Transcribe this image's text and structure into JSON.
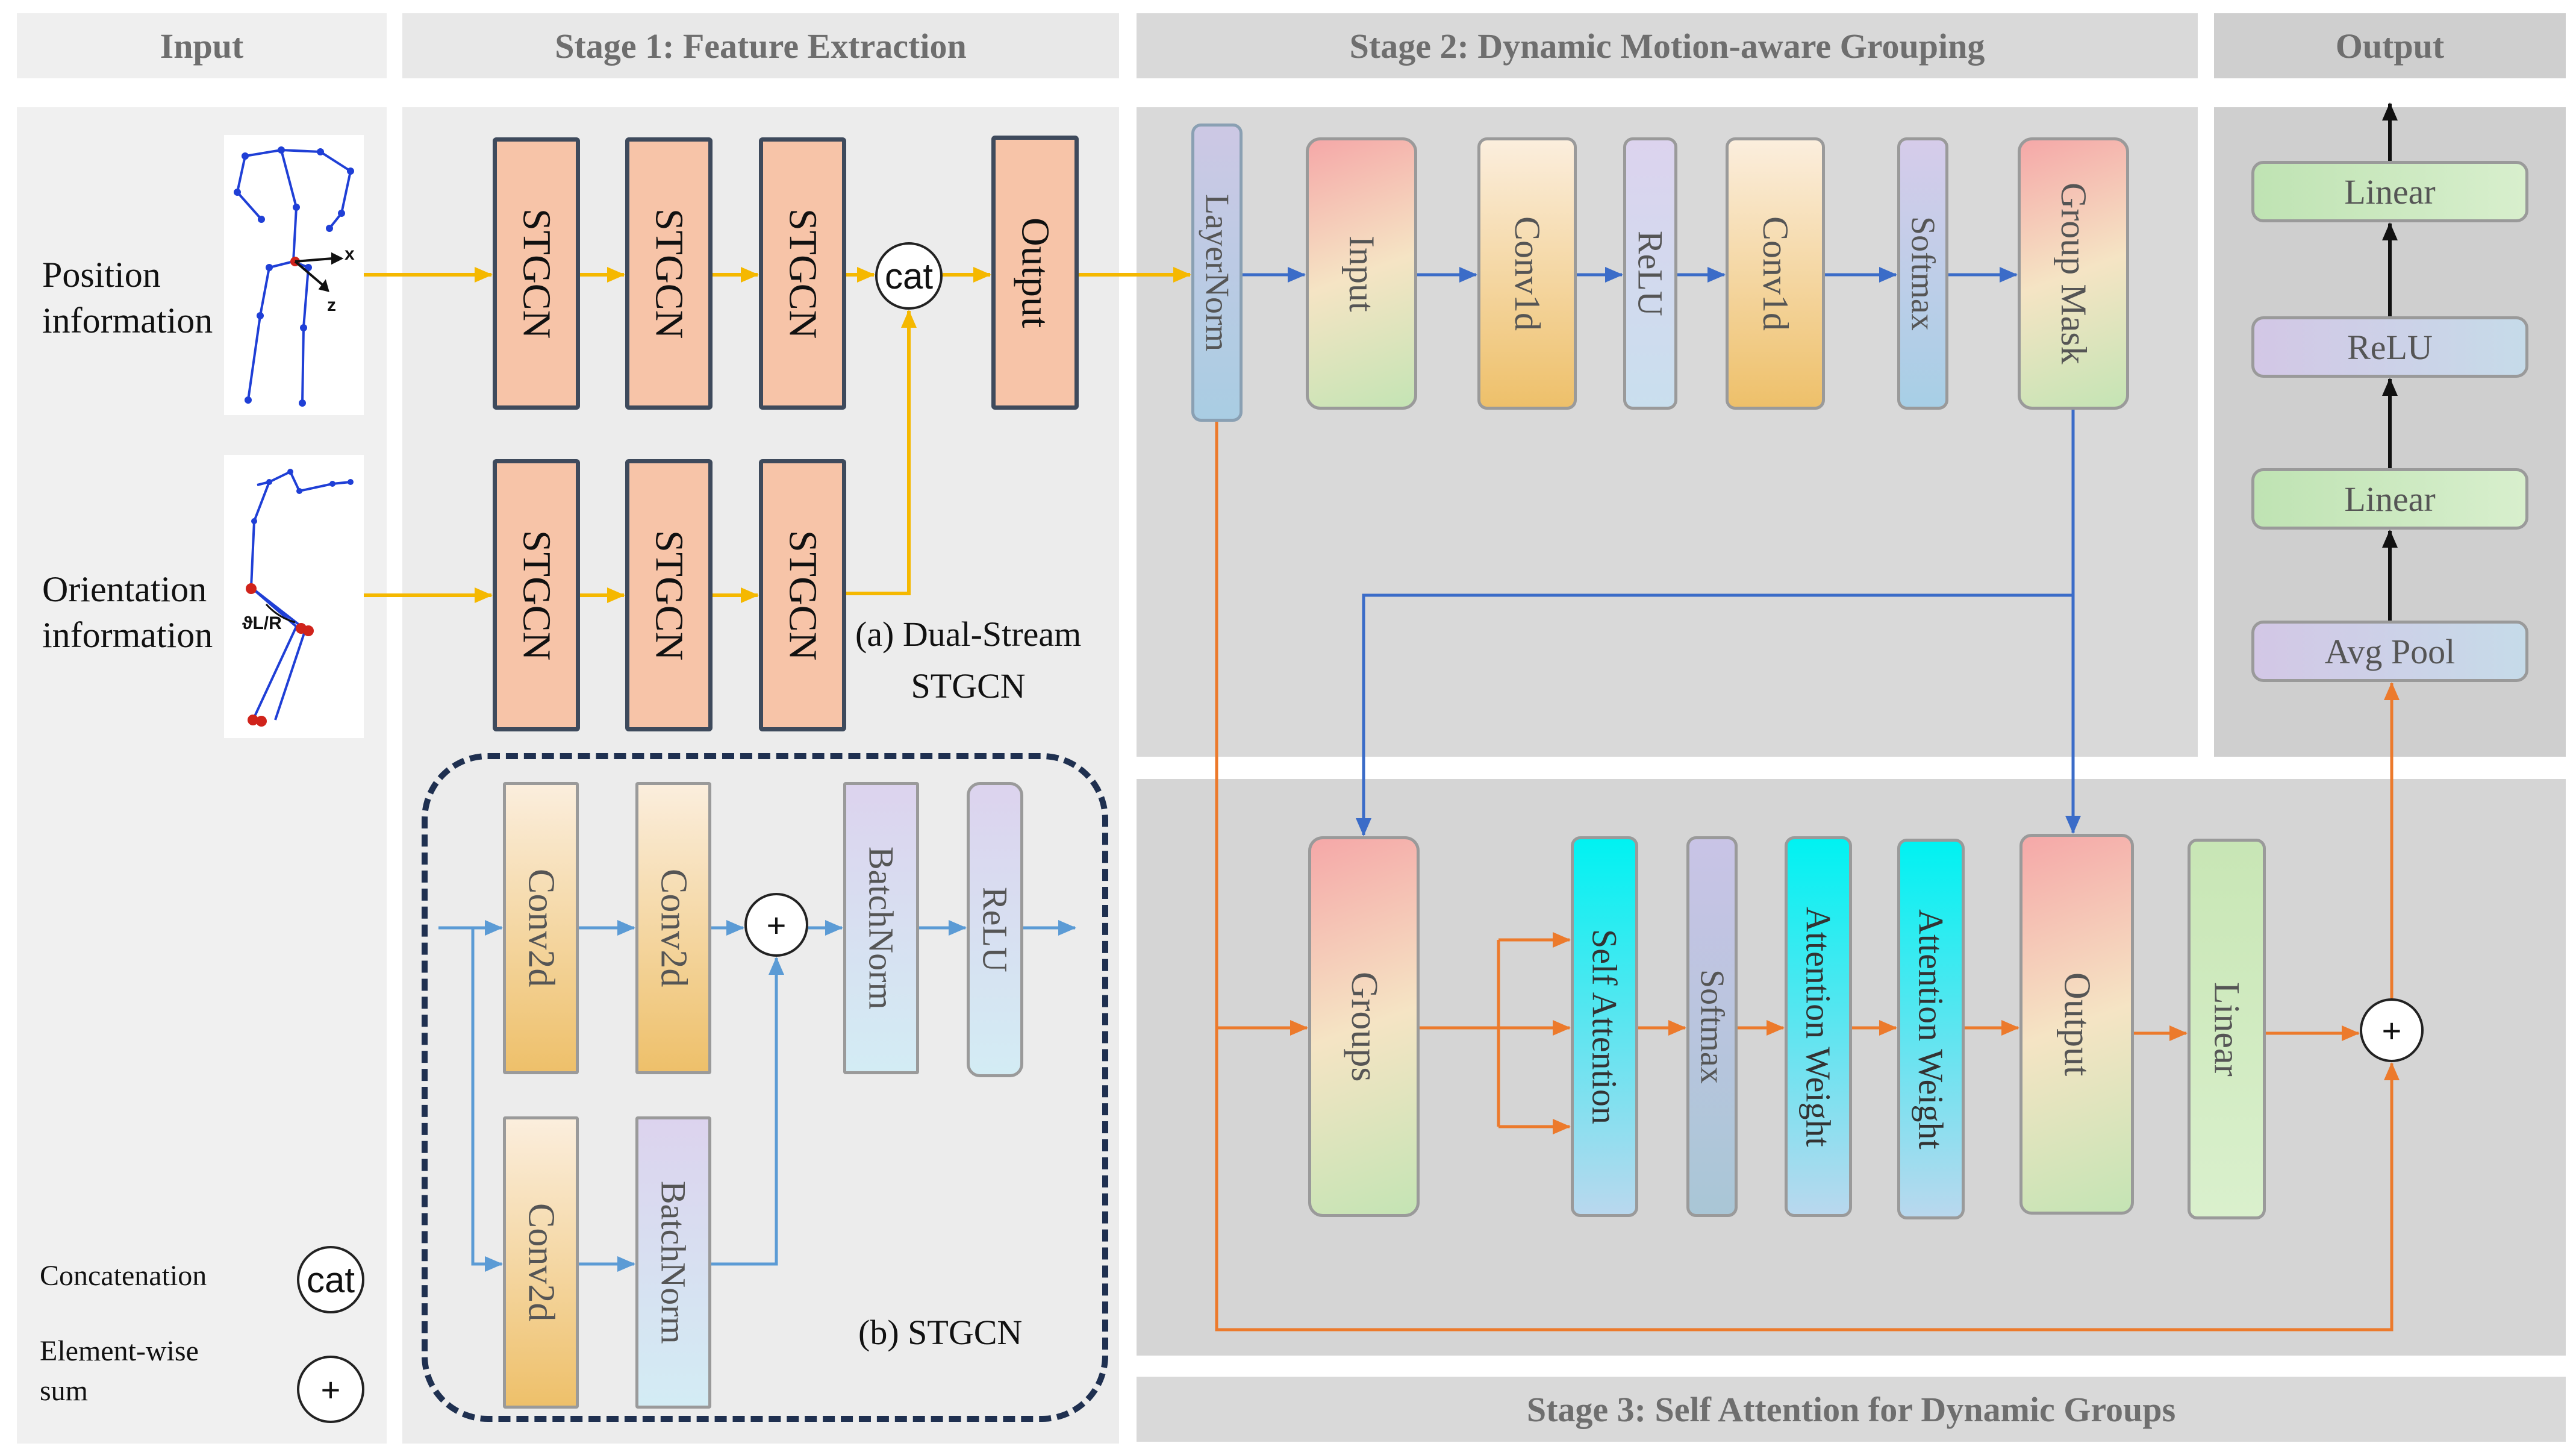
{
  "headers": {
    "input": "Input",
    "stage1": "Stage 1: Feature Extraction",
    "stage2": "Stage 2: Dynamic Motion-aware Grouping",
    "output": "Output",
    "stage3": "Stage 3: Self Attention for Dynamic Groups"
  },
  "input": {
    "position_label": "Position\ninformation",
    "orientation_label": "Orientation\ninformation",
    "axis_x": "x",
    "axis_z": "z",
    "theta_label": "ϑL/R",
    "legend_concat_label": "Concatenation",
    "legend_concat_symbol": "cat",
    "legend_sum_label": "Element-wise\nsum",
    "legend_sum_symbol": "+"
  },
  "stage1": {
    "stgcn": "STGCN",
    "cat": "cat",
    "output": "Output",
    "dual_caption": "(a) Dual-Stream\nSTGCN",
    "detail": {
      "conv2d": "Conv2d",
      "batchnorm": "BatchNorm",
      "relu": "ReLU",
      "plus": "+",
      "caption": "(b) STGCN"
    }
  },
  "stage2": {
    "layernorm": "LayerNorm",
    "input": "Input",
    "conv1d_a": "Conv1d",
    "relu": "ReLU",
    "conv1d_b": "Conv1d",
    "softmax": "Softmax",
    "group_mask": "Group Mask"
  },
  "stage3": {
    "groups": "Groups",
    "self_attention": "Self Attention",
    "softmax": "Softmax",
    "attention_weight_1": "Attention Weight",
    "attention_weight_2": "Attention Weight",
    "output": "Output",
    "linear": "Linear",
    "plus": "+"
  },
  "output": {
    "linear_top": "Linear",
    "relu": "ReLU",
    "linear_bottom": "Linear",
    "avg_pool": "Avg Pool"
  },
  "colors": {
    "yellow_arrow": "#f5b800",
    "blue_arrow": "#3b6cc8",
    "light_blue_arrow": "#5b9bd5",
    "orange_arrow": "#ec7a2c",
    "black_arrow": "#111111",
    "dashed_border": "#1f3050",
    "skeleton_blue": "#1f3fd6",
    "joint_red": "#d0231b"
  }
}
